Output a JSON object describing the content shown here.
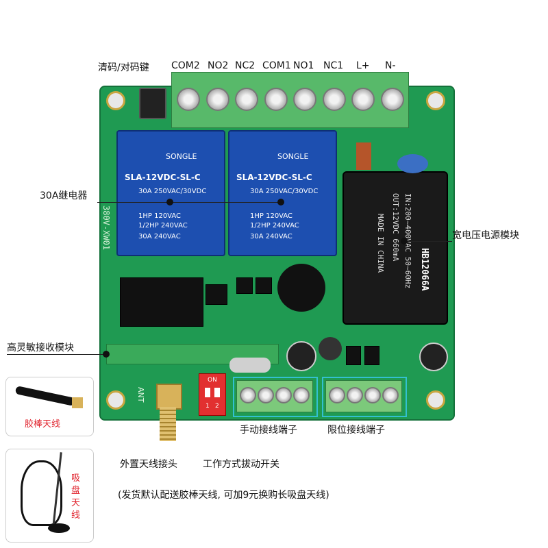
{
  "labels": {
    "clear_key": "清码/对码键",
    "terminals": [
      "COM2",
      "NO2",
      "NC2",
      "COM1",
      "NO1",
      "NC1",
      "L+",
      "N-"
    ],
    "relay_label": "30A继电器",
    "power_module": "宽电压电源模块",
    "receiver_module": "高灵敏接收模块",
    "rubber_antenna": "胶棒天线",
    "suction_antenna": "吸盘天线",
    "manual_terminal": "手动接线端子",
    "limit_terminal": "限位接线端子",
    "external_antenna": "外置天线接头",
    "mode_switch": "工作方式拔动开关",
    "footer_note": "(发货默认配送胶棒天线, 可加9元换购长吸盘天线)"
  },
  "relay": {
    "brand": "SONGLE",
    "model": "SLA-12VDC-SL-C",
    "rating1": "30A 250VAC/30VDC",
    "rating2": "1HP 120VAC",
    "rating3": "1/2HP 240VAC",
    "rating4": "30A 240VAC"
  },
  "psu": {
    "line1": "IN:200~400VAC 50~60Hz",
    "line2": "OUT:12VDC 660mA",
    "line3": "MADE IN CHINA",
    "model": "HB12066A"
  },
  "board_silk": "380V-XW01",
  "dip": {
    "on": "ON",
    "pos1": "1",
    "pos2": "2"
  },
  "ant_silk": "ANT",
  "colors": {
    "pcb": "#1f9a52",
    "relay": "#1d4fb0",
    "highlight": "#33c0d0",
    "dip": "#e23030"
  }
}
